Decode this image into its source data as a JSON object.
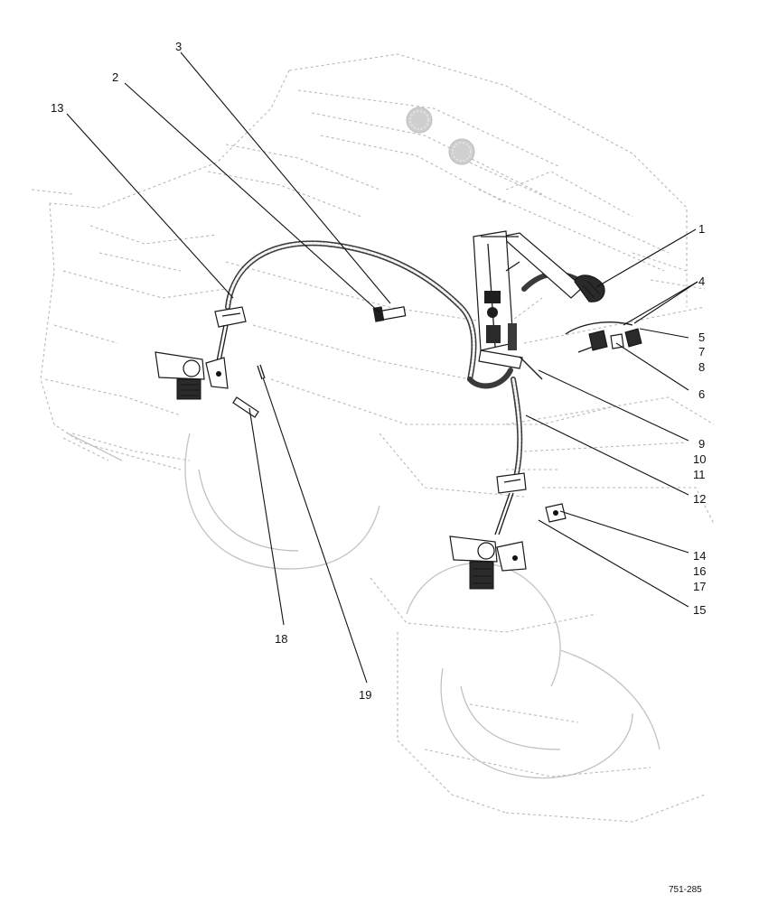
{
  "callouts": {
    "c1": "1",
    "c2": "2",
    "c3": "3",
    "c4": "4",
    "c5": "5",
    "c6": "6",
    "c7": "7",
    "c8": "8",
    "c9": "9",
    "c10": "10",
    "c11": "11",
    "c12": "12",
    "c13": "13",
    "c14": "14",
    "c15": "15",
    "c16": "16",
    "c17": "17",
    "c18": "18",
    "c19": "19"
  },
  "figure_ref": "751-285"
}
